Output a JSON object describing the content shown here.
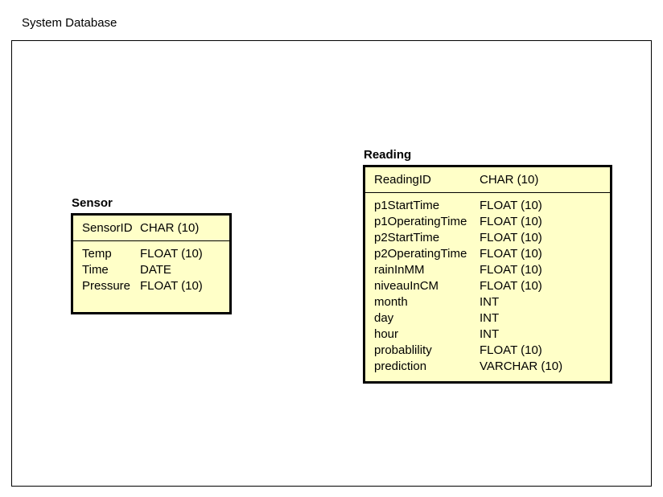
{
  "diagram": {
    "title": "System Database"
  },
  "entities": {
    "sensor": {
      "name": "Sensor",
      "primary_key": {
        "name": "SensorID",
        "type": "CHAR (10)"
      },
      "attributes": [
        {
          "name": "Temp",
          "type": "FLOAT (10)"
        },
        {
          "name": "Time",
          "type": "DATE"
        },
        {
          "name": "Pressure",
          "type": "FLOAT (10)"
        }
      ]
    },
    "reading": {
      "name": "Reading",
      "primary_key": {
        "name": "ReadingID",
        "type": "CHAR (10)"
      },
      "attributes": [
        {
          "name": "p1StartTime",
          "type": "FLOAT (10)"
        },
        {
          "name": "p1OperatingTime",
          "type": "FLOAT (10)"
        },
        {
          "name": "p2StartTime",
          "type": "FLOAT (10)"
        },
        {
          "name": "p2OperatingTime",
          "type": "FLOAT (10)"
        },
        {
          "name": "rainInMM",
          "type": "FLOAT (10)"
        },
        {
          "name": "niveauInCM",
          "type": "FLOAT (10)"
        },
        {
          "name": "month",
          "type": "INT"
        },
        {
          "name": "day",
          "type": "INT"
        },
        {
          "name": "hour",
          "type": "INT"
        },
        {
          "name": "probablility",
          "type": "FLOAT (10)"
        },
        {
          "name": "prediction",
          "type": "VARCHAR (10)"
        }
      ]
    }
  },
  "colors": {
    "entity_fill": "#ffffc8",
    "border": "#000000",
    "background": "#ffffff"
  }
}
